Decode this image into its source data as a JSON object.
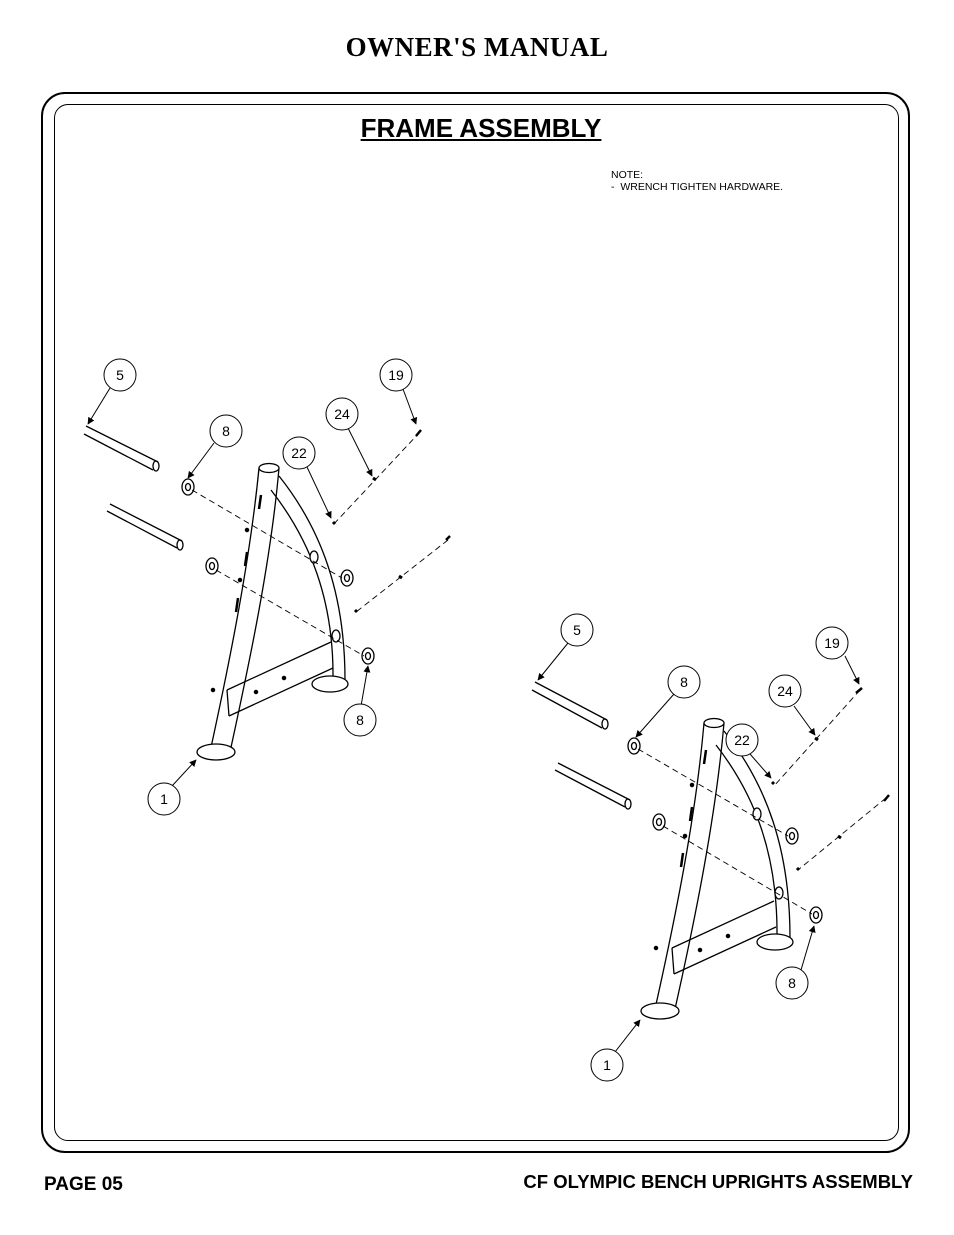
{
  "header": {
    "title": "OWNER'S MANUAL"
  },
  "section": {
    "title": "FRAME ASSEMBLY"
  },
  "note": {
    "heading": "NOTE:",
    "line1": "-  WRENCH TIGHTEN HARDWARE."
  },
  "assembly_left": {
    "callouts": {
      "c5": "5",
      "c19": "19",
      "c24": "24",
      "c8a": "8",
      "c22": "22",
      "c8b": "8",
      "c1": "1"
    }
  },
  "assembly_right": {
    "callouts": {
      "c5": "5",
      "c19": "19",
      "c24": "24",
      "c8a": "8",
      "c22": "22",
      "c8b": "8",
      "c1": "1"
    }
  },
  "footer": {
    "page": "PAGE  05",
    "doc_title": "CF OLYMPIC BENCH UPRIGHTS ASSEMBLY"
  }
}
